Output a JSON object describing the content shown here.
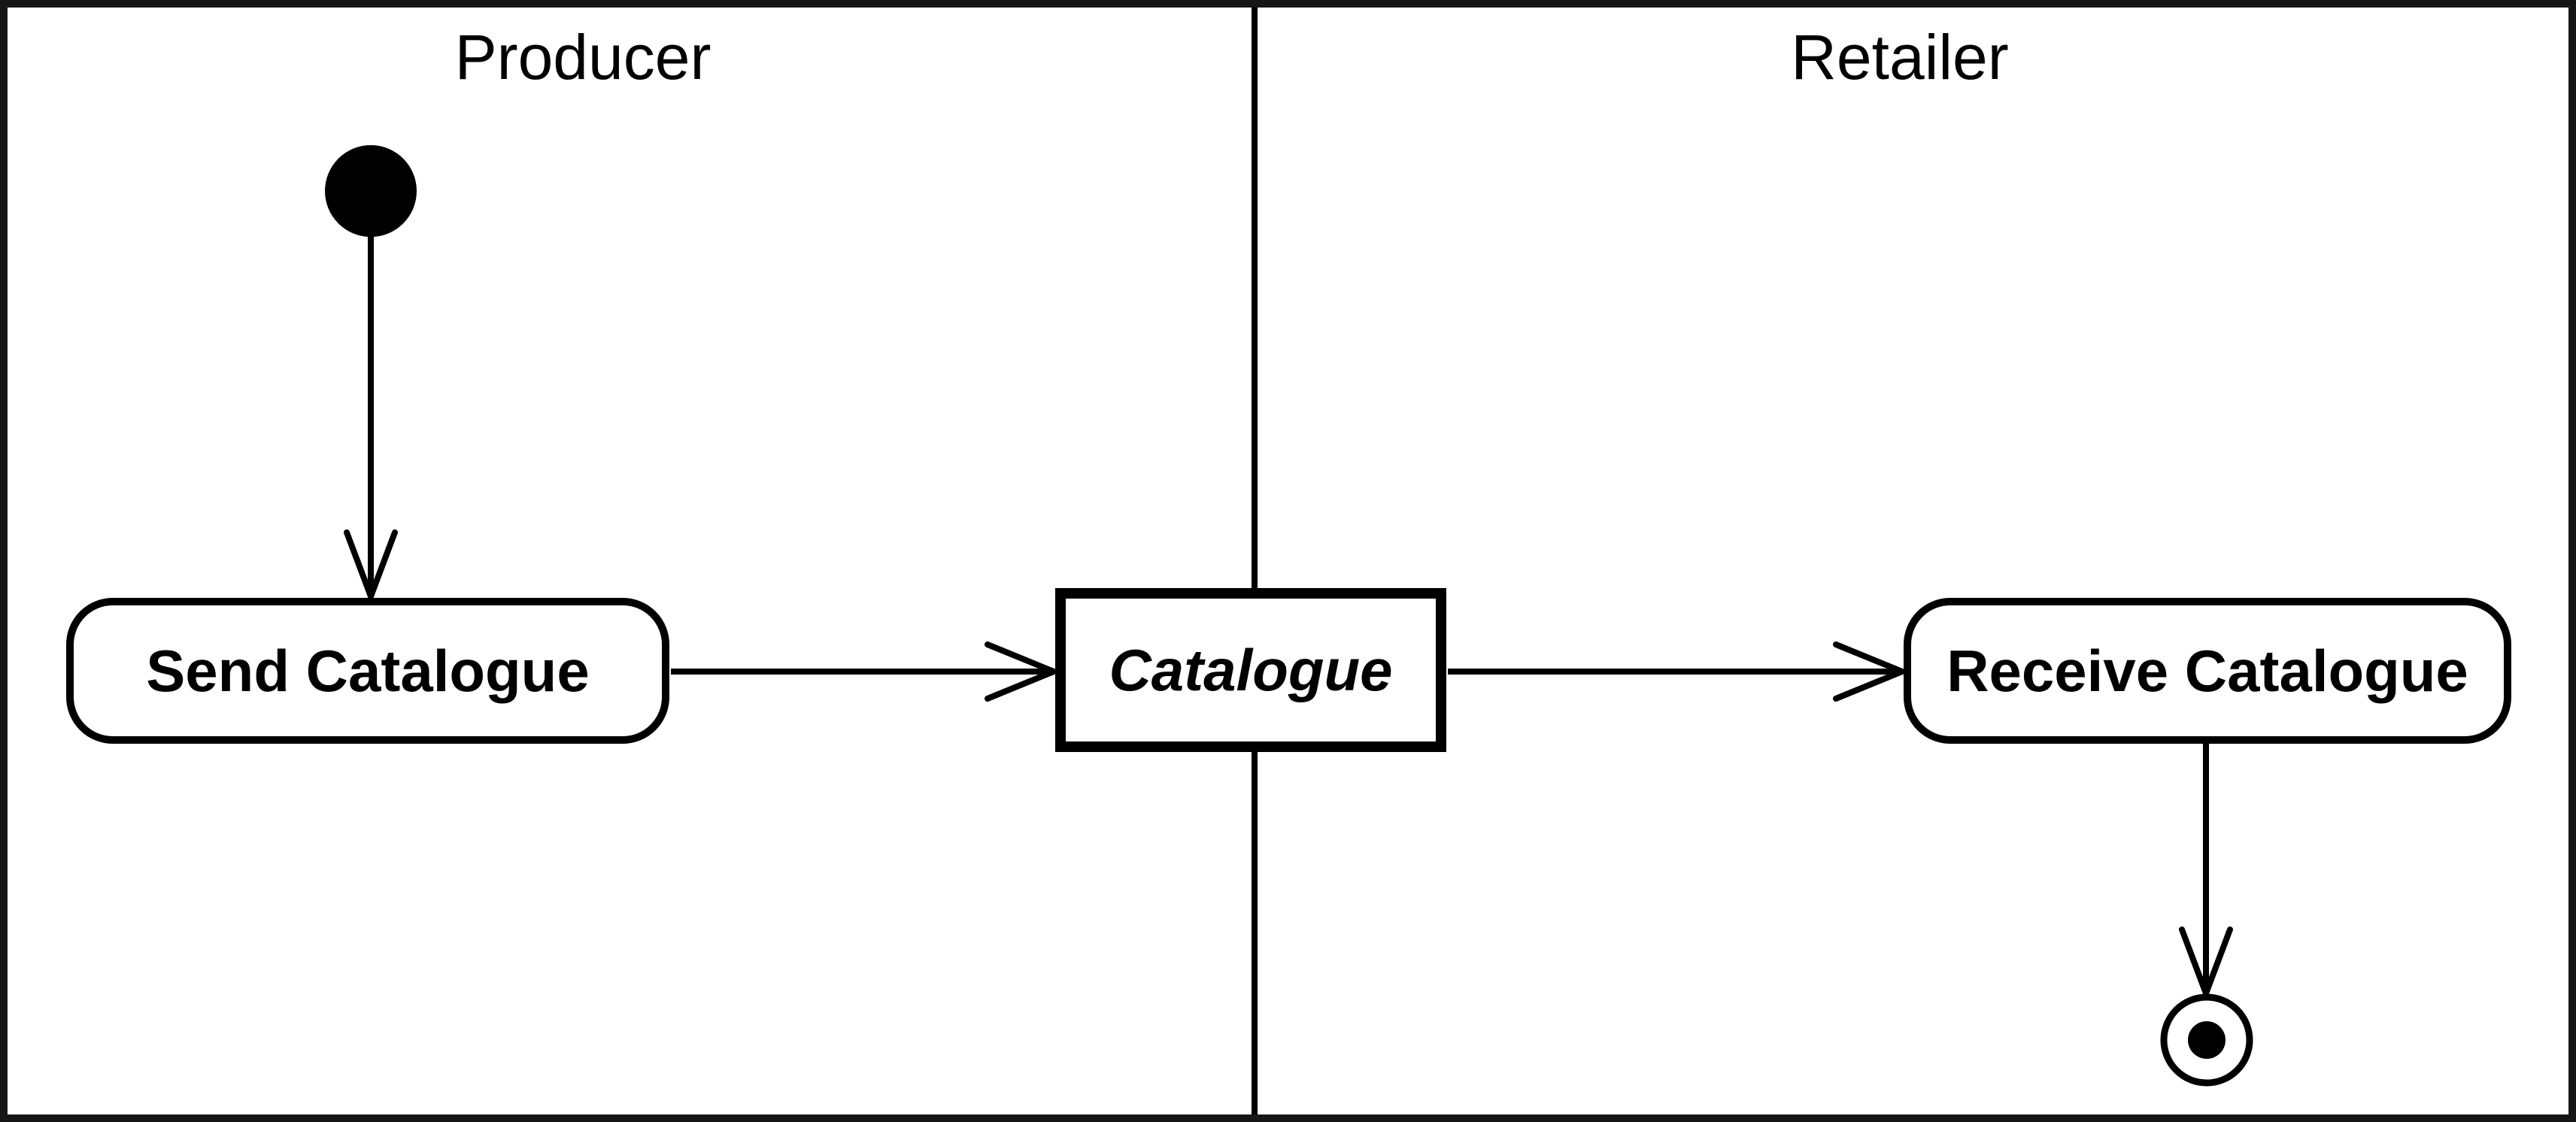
{
  "lanes": {
    "producer": {
      "title": "Producer"
    },
    "retailer": {
      "title": "Retailer"
    }
  },
  "nodes": {
    "initial": {
      "type": "initial-state",
      "lane": "Producer"
    },
    "send_catalogue": {
      "type": "activity",
      "label": "Send Catalogue",
      "lane": "Producer"
    },
    "catalogue": {
      "type": "object",
      "label": "Catalogue",
      "lane": "boundary"
    },
    "receive_catalogue": {
      "type": "activity",
      "label": "Receive Catalogue",
      "lane": "Retailer"
    },
    "final": {
      "type": "final-state",
      "lane": "Retailer"
    }
  },
  "edges": [
    {
      "from": "initial",
      "to": "send_catalogue"
    },
    {
      "from": "send_catalogue",
      "to": "catalogue"
    },
    {
      "from": "catalogue",
      "to": "receive_catalogue"
    },
    {
      "from": "receive_catalogue",
      "to": "final"
    }
  ],
  "colors": {
    "line": "#000000",
    "frame": "#161616",
    "background": "#ffffff",
    "node_fill": "#ffffff"
  }
}
